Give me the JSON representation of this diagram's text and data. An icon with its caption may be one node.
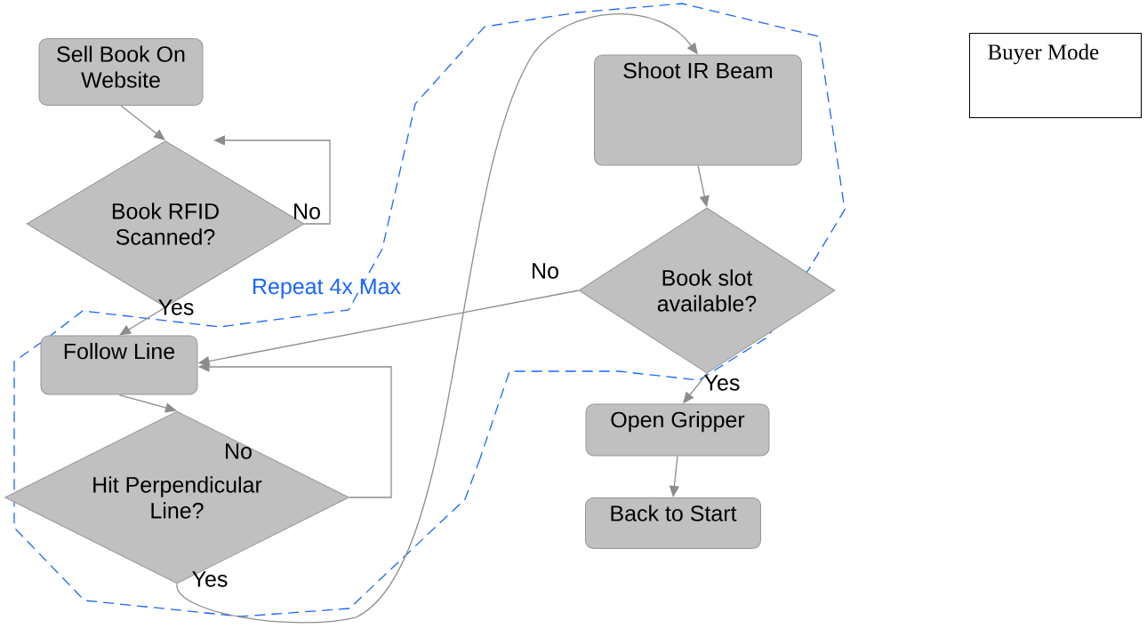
{
  "diagram": {
    "nodes": [
      {
        "text": [
          "Sell Book On Website"
        ]
      },
      {
        "text": [
          "Book RFID Scanned?"
        ]
      },
      {
        "text": [
          "Follow Line"
        ]
      },
      {
        "text": [
          "Hit Perpendicular Line?"
        ]
      },
      {
        "text": [
          "Shoot IR Beam"
        ]
      },
      {
        "text": [
          "Book slot available?"
        ]
      },
      {
        "text": [
          "Open Gripper"
        ]
      },
      {
        "text": [
          "Back to Start"
        ]
      },
      {
        "text": [
          "Buyer Mode"
        ]
      }
    ],
    "edges": [
      {
        "from": 0,
        "to": 1,
        "arrow": "to"
      },
      {
        "from": 1,
        "to": 1,
        "arrow": "to",
        "label": "No"
      },
      {
        "from": 1,
        "to": 2,
        "arrow": "to",
        "label": "Yes"
      },
      {
        "from": 2,
        "to": 3,
        "arrow": "to"
      },
      {
        "from": 3,
        "to": 2,
        "arrow": "to",
        "label": "No"
      },
      {
        "from": 3,
        "to": 4,
        "arrow": "to",
        "label": "Yes"
      },
      {
        "from": 4,
        "to": 5,
        "arrow": "to"
      },
      {
        "from": 5,
        "to": 2,
        "arrow": "to",
        "label": "No"
      },
      {
        "from": 5,
        "to": 6,
        "arrow": "to",
        "label": "Yes"
      },
      {
        "from": 6,
        "to": 7,
        "arrow": "to"
      }
    ],
    "labels": [
      "Repeat 4x Max"
    ]
  }
}
